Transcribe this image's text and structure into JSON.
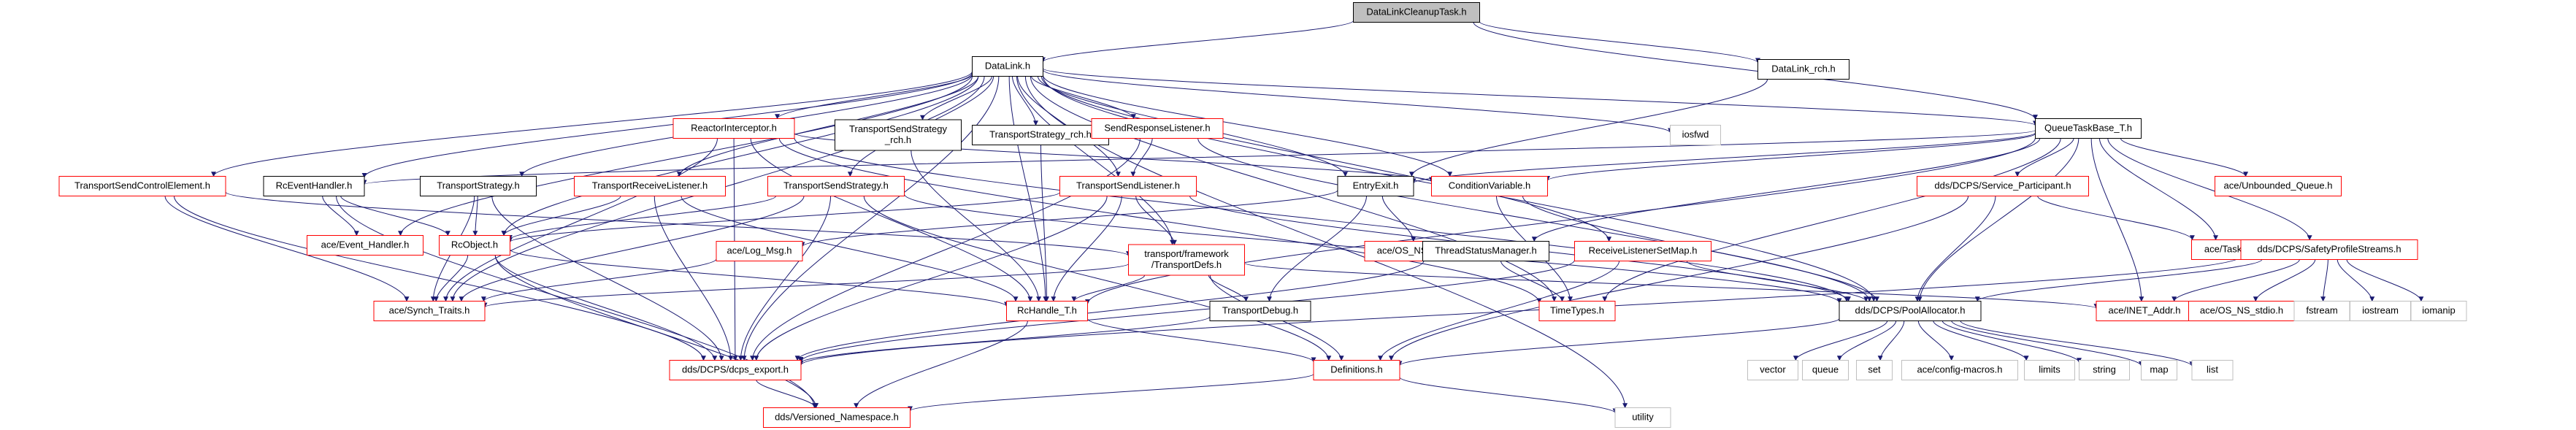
{
  "colors": {
    "root_fill": "#bfbfbf",
    "fill": "#ffffff",
    "black": "#000000",
    "red": "#ff0000",
    "gray": "#bfbfbf",
    "edge": "#191970",
    "gray_text": "#3a3a3a"
  },
  "nodes": [
    {
      "id": "n1",
      "lines": [
        "DataLinkCleanupTask.h"
      ],
      "style": "root"
    },
    {
      "id": "n2",
      "lines": [
        "DataLink.h"
      ],
      "style": "black"
    },
    {
      "id": "n3",
      "lines": [
        "DataLink_rch.h"
      ],
      "style": "black"
    },
    {
      "id": "n4",
      "lines": [
        "QueueTaskBase_T.h"
      ],
      "style": "black"
    },
    {
      "id": "n5",
      "lines": [
        "ReactorInterceptor.h"
      ],
      "style": "red"
    },
    {
      "id": "n6",
      "lines": [
        "TransportSendStrategy",
        "_rch.h"
      ],
      "style": "black"
    },
    {
      "id": "n7",
      "lines": [
        "TransportStrategy_rch.h"
      ],
      "style": "black"
    },
    {
      "id": "n8",
      "lines": [
        "SendResponseListener.h"
      ],
      "style": "red"
    },
    {
      "id": "n9",
      "lines": [
        "iosfwd"
      ],
      "style": "gray"
    },
    {
      "id": "n10",
      "lines": [
        "utility"
      ],
      "style": "gray"
    },
    {
      "id": "n11",
      "lines": [
        "TransportSendControlElement.h"
      ],
      "style": "red"
    },
    {
      "id": "n12",
      "lines": [
        "RcEventHandler.h"
      ],
      "style": "black"
    },
    {
      "id": "n13",
      "lines": [
        "TransportStrategy.h"
      ],
      "style": "black"
    },
    {
      "id": "n14",
      "lines": [
        "TransportReceiveListener.h"
      ],
      "style": "red"
    },
    {
      "id": "n15",
      "lines": [
        "TransportSendStrategy.h"
      ],
      "style": "red"
    },
    {
      "id": "n16",
      "lines": [
        "TransportSendListener.h"
      ],
      "style": "red"
    },
    {
      "id": "n17",
      "lines": [
        "EntryExit.h"
      ],
      "style": "black"
    },
    {
      "id": "n18",
      "lines": [
        "ConditionVariable.h"
      ],
      "style": "red"
    },
    {
      "id": "n19",
      "lines": [
        "dds/DCPS/Service_Participant.h"
      ],
      "style": "red"
    },
    {
      "id": "n20",
      "lines": [
        "ace/Unbounded_Queue.h"
      ],
      "style": "red"
    },
    {
      "id": "n21",
      "lines": [
        "ace/Task.h"
      ],
      "style": "red"
    },
    {
      "id": "n22",
      "lines": [
        "dds/DCPS/SafetyProfileStreams.h"
      ],
      "style": "red"
    },
    {
      "id": "n23",
      "lines": [
        "ace/Event_Handler.h"
      ],
      "style": "red"
    },
    {
      "id": "n24",
      "lines": [
        "RcObject.h"
      ],
      "style": "red"
    },
    {
      "id": "n25",
      "lines": [
        "ace/Log_Msg.h"
      ],
      "style": "red"
    },
    {
      "id": "n26",
      "lines": [
        "transport/framework",
        "/TransportDefs.h"
      ],
      "style": "red"
    },
    {
      "id": "n27",
      "lines": [
        "ace/OS_NS_string.h"
      ],
      "style": "red"
    },
    {
      "id": "n28",
      "lines": [
        "ThreadStatusManager.h"
      ],
      "style": "black"
    },
    {
      "id": "n29",
      "lines": [
        "ReceiveListenerSetMap.h"
      ],
      "style": "red"
    },
    {
      "id": "n30",
      "lines": [
        "ace/Synch_Traits.h"
      ],
      "style": "red"
    },
    {
      "id": "n31",
      "lines": [
        "RcHandle_T.h"
      ],
      "style": "red"
    },
    {
      "id": "n32",
      "lines": [
        "TransportDebug.h"
      ],
      "style": "black"
    },
    {
      "id": "n33",
      "lines": [
        "TimeTypes.h"
      ],
      "style": "red"
    },
    {
      "id": "n34",
      "lines": [
        "dds/DCPS/PoolAllocator.h"
      ],
      "style": "black"
    },
    {
      "id": "n35",
      "lines": [
        "ace/INET_Addr.h"
      ],
      "style": "red"
    },
    {
      "id": "n36",
      "lines": [
        "ace/OS_NS_stdio.h"
      ],
      "style": "red"
    },
    {
      "id": "n37",
      "lines": [
        "fstream"
      ],
      "style": "gray"
    },
    {
      "id": "n38",
      "lines": [
        "iostream"
      ],
      "style": "gray"
    },
    {
      "id": "n39",
      "lines": [
        "iomanip"
      ],
      "style": "gray"
    },
    {
      "id": "n40",
      "lines": [
        "dds/DCPS/dcps_export.h"
      ],
      "style": "red"
    },
    {
      "id": "n41",
      "lines": [
        "Definitions.h"
      ],
      "style": "red"
    },
    {
      "id": "n42",
      "lines": [
        "vector"
      ],
      "style": "gray"
    },
    {
      "id": "n43",
      "lines": [
        "queue"
      ],
      "style": "gray"
    },
    {
      "id": "n44",
      "lines": [
        "set"
      ],
      "style": "gray"
    },
    {
      "id": "n45",
      "lines": [
        "ace/config-macros.h"
      ],
      "style": "gray"
    },
    {
      "id": "n46",
      "lines": [
        "limits"
      ],
      "style": "gray"
    },
    {
      "id": "n47",
      "lines": [
        "string"
      ],
      "style": "gray"
    },
    {
      "id": "n48",
      "lines": [
        "map"
      ],
      "style": "gray"
    },
    {
      "id": "n49",
      "lines": [
        "list"
      ],
      "style": "gray"
    },
    {
      "id": "n50",
      "lines": [
        "dds/Versioned_Namespace.h"
      ],
      "style": "red"
    }
  ],
  "edges": [
    [
      "n1",
      "n2"
    ],
    [
      "n1",
      "n3"
    ],
    [
      "n1",
      "n4"
    ],
    [
      "n3",
      "n17"
    ],
    [
      "n2",
      "n5"
    ],
    [
      "n2",
      "n6"
    ],
    [
      "n2",
      "n7"
    ],
    [
      "n2",
      "n8"
    ],
    [
      "n2",
      "n9"
    ],
    [
      "n2",
      "n10"
    ],
    [
      "n2",
      "n11"
    ],
    [
      "n2",
      "n12"
    ],
    [
      "n2",
      "n13"
    ],
    [
      "n2",
      "n14"
    ],
    [
      "n2",
      "n15"
    ],
    [
      "n2",
      "n16"
    ],
    [
      "n2",
      "n4"
    ],
    [
      "n2",
      "n17"
    ],
    [
      "n2",
      "n34"
    ],
    [
      "n2",
      "n24"
    ],
    [
      "n2",
      "n30"
    ],
    [
      "n2",
      "n40"
    ],
    [
      "n2",
      "n26"
    ],
    [
      "n2",
      "n29"
    ],
    [
      "n2",
      "n33"
    ],
    [
      "n2",
      "n23"
    ],
    [
      "n2",
      "n31"
    ],
    [
      "n2",
      "n18"
    ],
    [
      "n4",
      "n17"
    ],
    [
      "n4",
      "n18"
    ],
    [
      "n4",
      "n19"
    ],
    [
      "n4",
      "n20"
    ],
    [
      "n4",
      "n21"
    ],
    [
      "n4",
      "n22"
    ],
    [
      "n4",
      "n34"
    ],
    [
      "n4",
      "n35"
    ],
    [
      "n4",
      "n28"
    ],
    [
      "n4",
      "n33"
    ],
    [
      "n4",
      "n31"
    ],
    [
      "n4",
      "n12"
    ],
    [
      "n5",
      "n31"
    ],
    [
      "n5",
      "n40"
    ],
    [
      "n5",
      "n33"
    ],
    [
      "n5",
      "n34"
    ],
    [
      "n5",
      "n30"
    ],
    [
      "n5",
      "n18"
    ],
    [
      "n6",
      "n31"
    ],
    [
      "n7",
      "n31"
    ],
    [
      "n8",
      "n16"
    ],
    [
      "n8",
      "n40"
    ],
    [
      "n8",
      "n34"
    ],
    [
      "n11",
      "n26"
    ],
    [
      "n11",
      "n30"
    ],
    [
      "n11",
      "n40"
    ],
    [
      "n12",
      "n23"
    ],
    [
      "n12",
      "n24"
    ],
    [
      "n12",
      "n50"
    ],
    [
      "n13",
      "n24"
    ],
    [
      "n13",
      "n30"
    ],
    [
      "n13",
      "n40"
    ],
    [
      "n14",
      "n24"
    ],
    [
      "n14",
      "n31"
    ],
    [
      "n14",
      "n40"
    ],
    [
      "n15",
      "n24"
    ],
    [
      "n15",
      "n30"
    ],
    [
      "n15",
      "n40"
    ],
    [
      "n15",
      "n41"
    ],
    [
      "n15",
      "n34"
    ],
    [
      "n16",
      "n26"
    ],
    [
      "n16",
      "n31"
    ],
    [
      "n16",
      "n24"
    ],
    [
      "n16",
      "n40"
    ],
    [
      "n16",
      "n34"
    ],
    [
      "n17",
      "n25"
    ],
    [
      "n17",
      "n27"
    ],
    [
      "n17",
      "n32"
    ],
    [
      "n18",
      "n33"
    ],
    [
      "n18",
      "n34"
    ],
    [
      "n19",
      "n34"
    ],
    [
      "n19",
      "n41"
    ],
    [
      "n19",
      "n21"
    ],
    [
      "n22",
      "n35"
    ],
    [
      "n22",
      "n36"
    ],
    [
      "n22",
      "n37"
    ],
    [
      "n22",
      "n38"
    ],
    [
      "n22",
      "n39"
    ],
    [
      "n22",
      "n34"
    ],
    [
      "n22",
      "n40"
    ],
    [
      "n24",
      "n30"
    ],
    [
      "n24",
      "n31"
    ],
    [
      "n24",
      "n40"
    ],
    [
      "n24",
      "n50"
    ],
    [
      "n25",
      "n30"
    ],
    [
      "n26",
      "n31"
    ],
    [
      "n26",
      "n32"
    ],
    [
      "n26",
      "n35"
    ],
    [
      "n26",
      "n41"
    ],
    [
      "n26",
      "n30"
    ],
    [
      "n28",
      "n33"
    ],
    [
      "n28",
      "n40"
    ],
    [
      "n29",
      "n34"
    ],
    [
      "n29",
      "n40"
    ],
    [
      "n29",
      "n41"
    ],
    [
      "n31",
      "n41"
    ],
    [
      "n31",
      "n50"
    ],
    [
      "n32",
      "n40"
    ],
    [
      "n34",
      "n41"
    ],
    [
      "n34",
      "n42"
    ],
    [
      "n34",
      "n43"
    ],
    [
      "n34",
      "n44"
    ],
    [
      "n34",
      "n45"
    ],
    [
      "n34",
      "n46"
    ],
    [
      "n34",
      "n47"
    ],
    [
      "n34",
      "n48"
    ],
    [
      "n34",
      "n49"
    ],
    [
      "n40",
      "n50"
    ],
    [
      "n41",
      "n10"
    ],
    [
      "n41",
      "n50"
    ]
  ]
}
